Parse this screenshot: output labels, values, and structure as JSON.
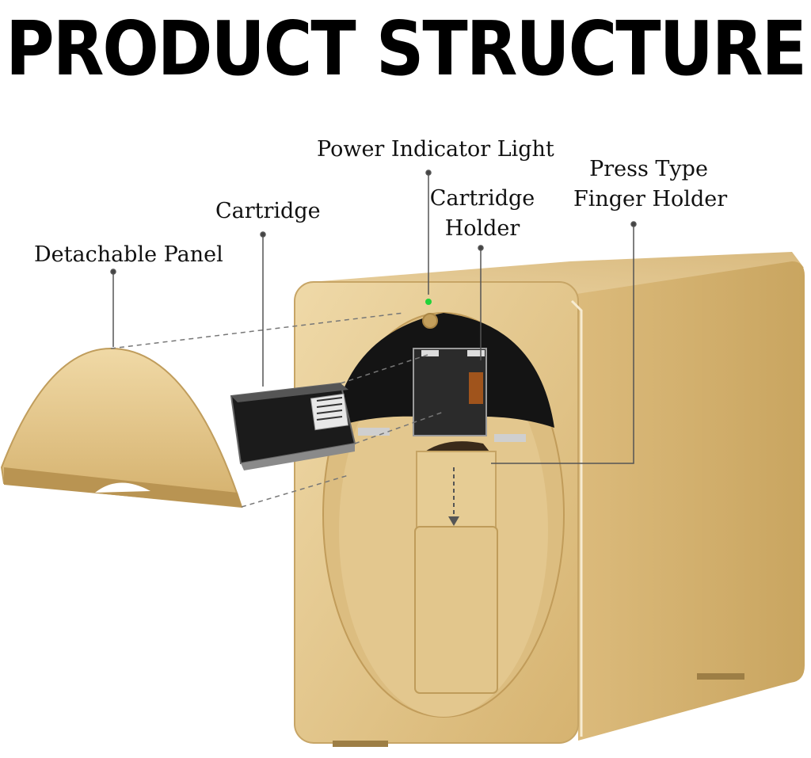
{
  "title": "PRODUCT STRUCTURE",
  "labels": {
    "power_indicator": "Power Indicator Light",
    "press_type_line1": "Press Type",
    "press_type_line2": "Finger Holder",
    "cartridge": "Cartridge",
    "cartridge_holder_line1": "Cartridge",
    "cartridge_holder_line2": "Holder",
    "detachable_panel": "Detachable Panel"
  },
  "colors": {
    "gold_light": "#e9cf9a",
    "gold_mid": "#d8b676",
    "gold_dark": "#b8924f",
    "indicator": "#22d33a",
    "leader": "#555555"
  }
}
